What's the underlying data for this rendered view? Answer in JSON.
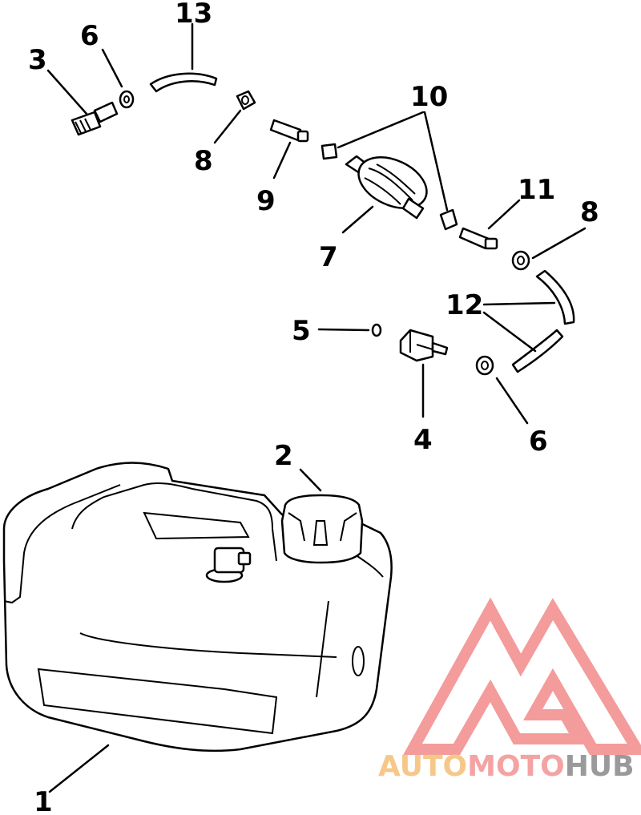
{
  "callouts": {
    "c1": "1",
    "c2": "2",
    "c3": "3",
    "c4": "4",
    "c5": "5",
    "c6a": "6",
    "c6b": "6",
    "c7": "7",
    "c8a": "8",
    "c8b": "8",
    "c9": "9",
    "c10": "10",
    "c11": "11",
    "c12": "12",
    "c13": "13"
  },
  "watermark": {
    "part1": "AUTO",
    "part2": "MOTO",
    "part3": "HUB",
    "colors": {
      "auto": "#f5c88a",
      "moto": "#f4a3a3",
      "hub": "#9a9a9a",
      "logo": "#f28a8a"
    }
  }
}
